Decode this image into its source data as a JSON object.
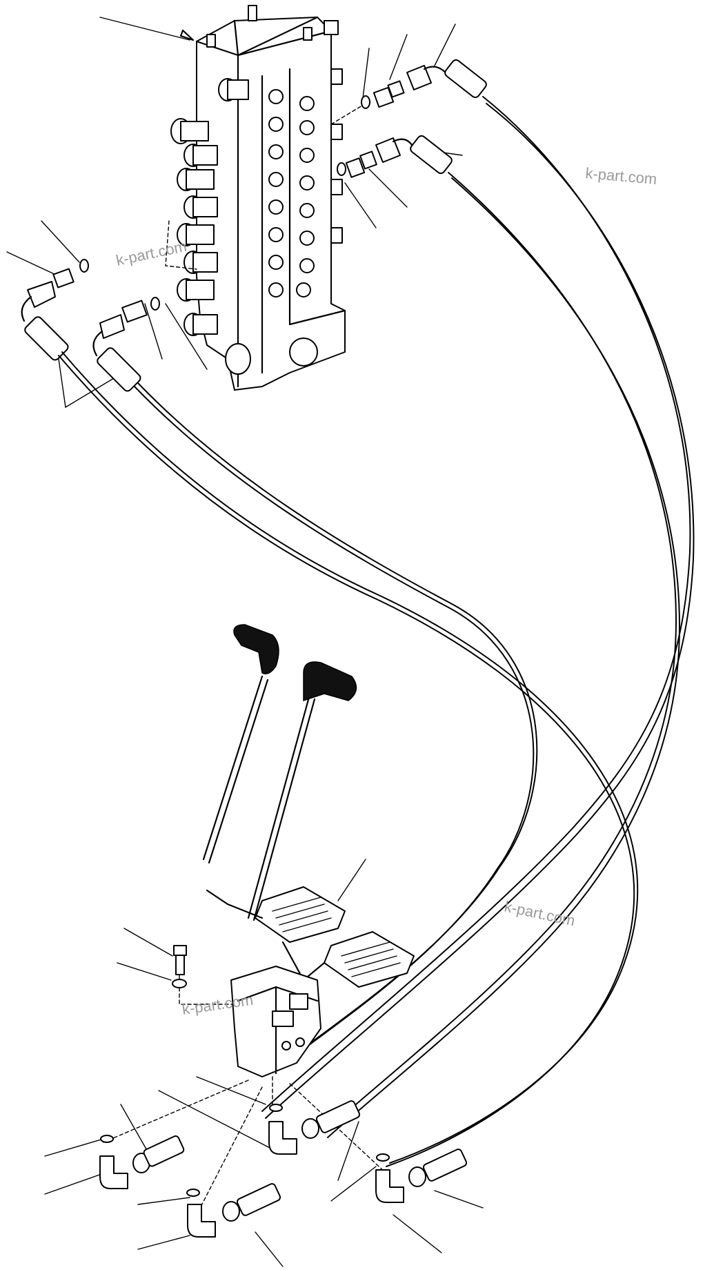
{
  "watermarks": [
    {
      "id": "wm-top-right",
      "text": "k-part.com"
    },
    {
      "id": "wm-left",
      "text": "k-part.com"
    },
    {
      "id": "wm-mid-right",
      "text": "k-part.com"
    },
    {
      "id": "wm-bottom",
      "text": "k-part.com"
    }
  ],
  "colors": {
    "line": "#000000",
    "background": "#ffffff",
    "watermark": "#9a9a9a"
  }
}
